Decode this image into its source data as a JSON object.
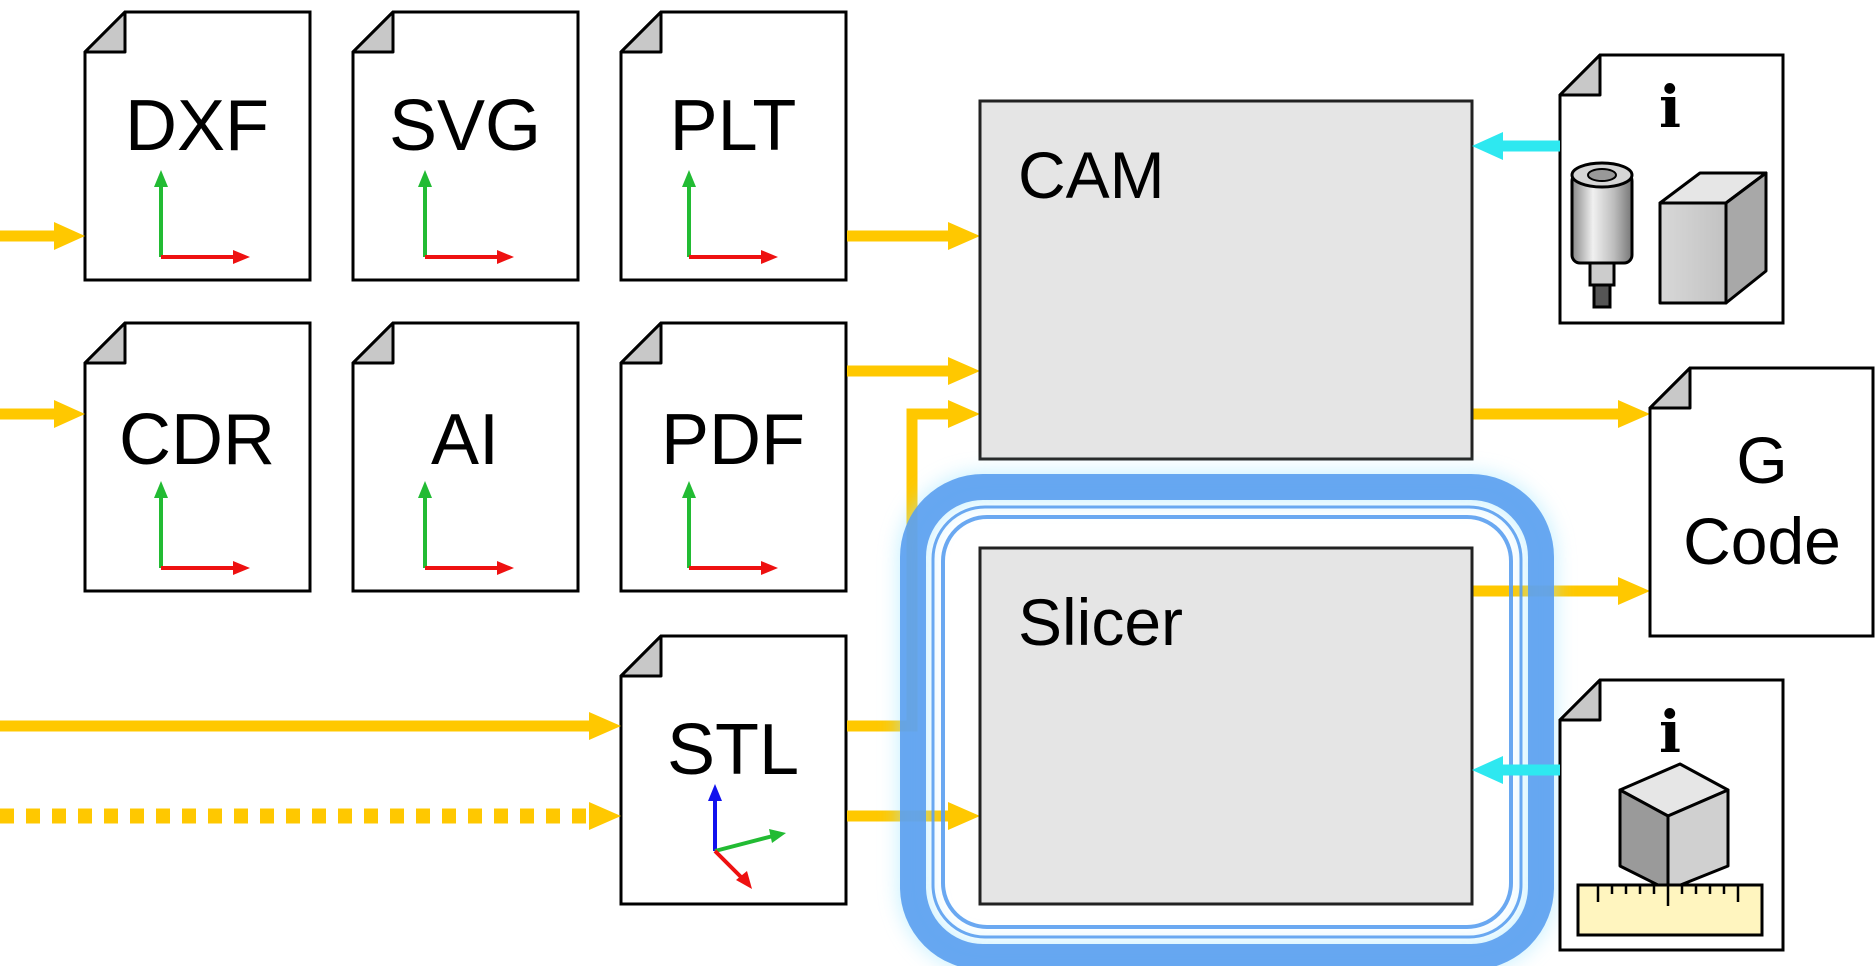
{
  "files": {
    "dxf": "DXF",
    "svg": "SVG",
    "plt": "PLT",
    "cdr": "CDR",
    "ai": "AI",
    "pdf": "PDF",
    "stl": "STL",
    "gcode_line1": "G",
    "gcode_line2": "Code"
  },
  "processors": {
    "cam": "CAM",
    "slicer": "Slicer"
  },
  "info": {
    "tool_info_glyph": "i",
    "printer_info_glyph": "i"
  },
  "colors": {
    "flow_arrow": "#ffc800",
    "info_arrow": "#2ee8f0",
    "highlight": "#5a9ef0",
    "box_fill": "#e5e5e5",
    "axis_x": "#ee1111",
    "axis_y": "#22bb33",
    "axis_z": "#1111ee"
  },
  "icons": [
    "file-icon",
    "axis-2d-icon",
    "axis-3d-icon",
    "endmill-tool-icon",
    "cube-icon",
    "ruler-icon"
  ]
}
